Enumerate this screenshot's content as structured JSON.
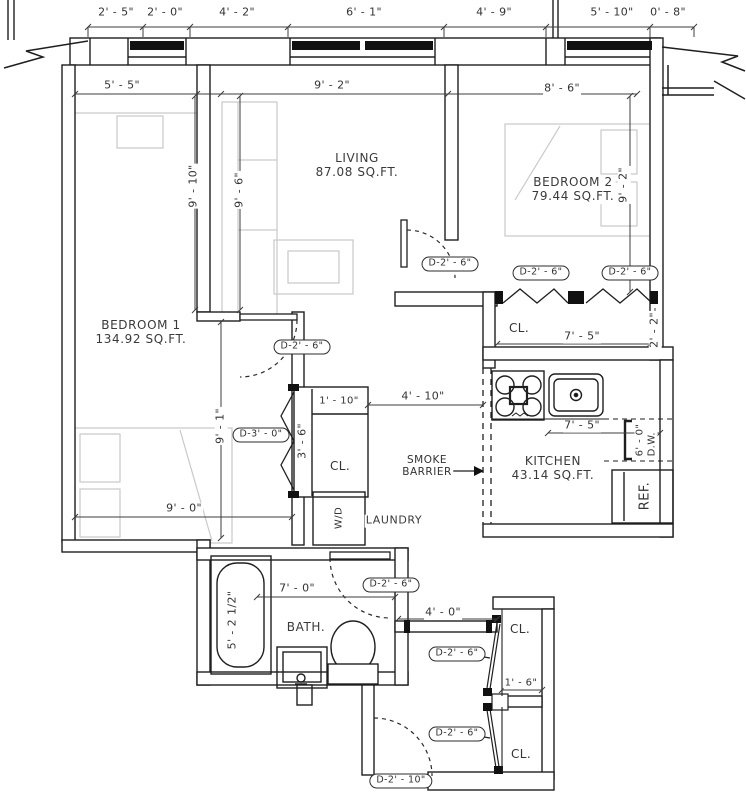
{
  "drawing": {
    "top_dimensions": [
      "2' - 5\"",
      "2' - 0\"",
      "4' - 2\"",
      "6' - 1\"",
      "4' - 9\"",
      "5' - 10\"",
      "0' - 8\""
    ],
    "rooms": {
      "living": {
        "name": "LIVING",
        "area": "87.08 SQ.FT."
      },
      "bedroom2": {
        "name": "BEDROOM 2",
        "area": "79.44 SQ.FT."
      },
      "bedroom1": {
        "name": "BEDROOM 1",
        "area": "134.92 SQ.FT."
      },
      "kitchen": {
        "name": "KITCHEN",
        "area": "43.14 SQ.FT."
      },
      "bath": {
        "name": "BATH."
      },
      "laundry": {
        "name": "LAUNDRY"
      }
    },
    "closets": {
      "label": "CL."
    },
    "annotations": {
      "smoke_barrier_line1": "SMOKE",
      "smoke_barrier_line2": "BARRIER"
    },
    "fixtures": {
      "washer_dryer": "W/D",
      "refrigerator": "REF.",
      "dishwasher": "D.W.",
      "dishwasher_clearance": "6' - 0\""
    },
    "dimensions": {
      "bedroom1_width_top": "5' - 5\"",
      "living_width": "9' - 2\"",
      "bedroom2_width": "8' - 6\"",
      "bedroom1_height_left": "9' - 10\"",
      "living_height_left": "9' - 6\"",
      "bedroom2_height_right": "9' - 2\"",
      "bedroom2_closet_depth": "2' - 2\"",
      "bedroom2_closet_width": "7' - 5\"",
      "kitchen_counter_width": "7' - 5\"",
      "hall_width": "4' - 10\"",
      "closet1_width": "1' - 10\"",
      "closet1_depth": "3' - 6\"",
      "bedroom1_height_right": "9' - 1\"",
      "bedroom1_width_bottom": "9' - 0\"",
      "bath_width": "7' - 0\"",
      "tub_length": "5' - 2 1/2\"",
      "entry_hall_width": "4' - 0\"",
      "hall_closet_depth": "1' - 6\""
    },
    "door_tags": {
      "door_2_6": "D-2' - 6\"",
      "door_3_0": "D-3' - 0\"",
      "door_2_10": "D-2' - 10\""
    }
  }
}
